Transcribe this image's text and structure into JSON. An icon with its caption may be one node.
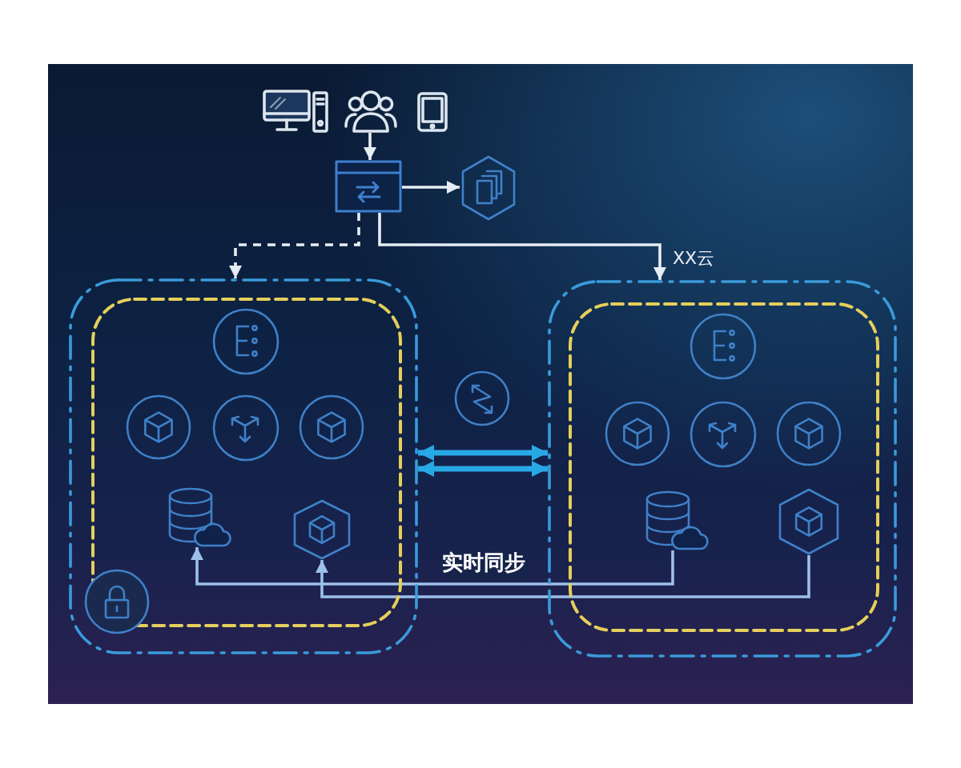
{
  "diagram": {
    "nodes": [
      {
        "text": [],
        "shape": "picture"
      },
      {
        "text": [],
        "shape": "person"
      },
      {
        "text": [],
        "shape": "picture"
      },
      {
        "text": [],
        "shape": "box"
      },
      {
        "text": [],
        "shape": "hexagon"
      },
      {
        "text": [],
        "shape": "box"
      },
      {
        "text": [],
        "shape": "box",
        "in": 5
      },
      {
        "text": [],
        "shape": "circle",
        "in": 6
      },
      {
        "text": [],
        "shape": "circle",
        "in": 6
      },
      {
        "text": [],
        "shape": "circle",
        "in": 6
      },
      {
        "text": [],
        "shape": "circle",
        "in": 6
      },
      {
        "text": [],
        "shape": "cylinder",
        "in": 6
      },
      {
        "text": [],
        "shape": "hexagon",
        "in": 6
      },
      {
        "text": [],
        "shape": "circle",
        "in": 5
      },
      {
        "text": [],
        "shape": "circle"
      },
      {
        "text": [
          "XX云"
        ]
      },
      {
        "text": [],
        "shape": "box",
        "in": 15
      },
      {
        "text": [],
        "shape": "circle",
        "in": 16
      },
      {
        "text": [],
        "shape": "circle",
        "in": 16
      },
      {
        "text": [],
        "shape": "circle",
        "in": 16
      },
      {
        "text": [],
        "shape": "circle",
        "in": 16
      },
      {
        "text": [],
        "shape": "cylinder",
        "in": 16
      },
      {
        "text": [],
        "shape": "hexagon",
        "in": 16
      }
    ],
    "edges": [
      {
        "from": 1,
        "to": 3,
        "arrow": "to"
      },
      {
        "from": 3,
        "to": 4,
        "arrow": "to"
      },
      {
        "from": 3,
        "to": 5,
        "arrow": "to",
        "style": "dashed"
      },
      {
        "from": 3,
        "to": 15,
        "arrow": "to"
      },
      {
        "from": 5,
        "to": 15,
        "arrow": "both",
        "style": "thick",
        "color": "#29a8e6"
      },
      {
        "from": 5,
        "to": 15,
        "arrow": "both",
        "style": "thick",
        "color": "#29a8e6"
      },
      {
        "from": 21,
        "to": 11,
        "arrow": "to",
        "label": "实时同步",
        "color": "#9cc0ea"
      },
      {
        "from": 22,
        "to": 12,
        "arrow": "to",
        "color": "#9cc0ea"
      }
    ]
  }
}
